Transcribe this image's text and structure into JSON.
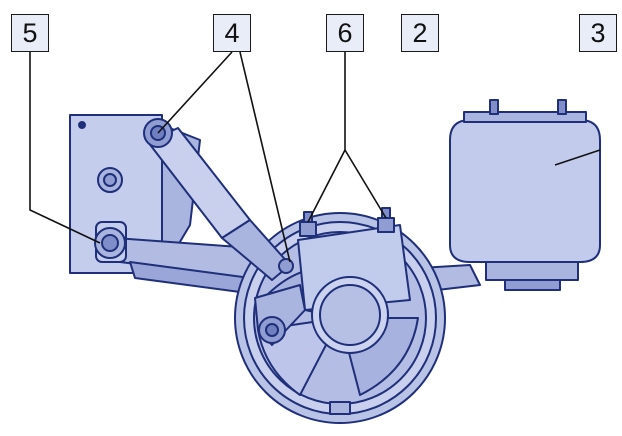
{
  "callouts": {
    "c5": "5",
    "c4": "4",
    "c6": "6",
    "c2": "2",
    "c3": "3"
  },
  "colors": {
    "part_fill": "#b9c3e6",
    "part_fill_light": "#cdd5ef",
    "part_fill_dark": "#8f9dd2",
    "outline": "#1f2f7a",
    "leader": "#111111",
    "callout_bg": "#e8edf8"
  }
}
